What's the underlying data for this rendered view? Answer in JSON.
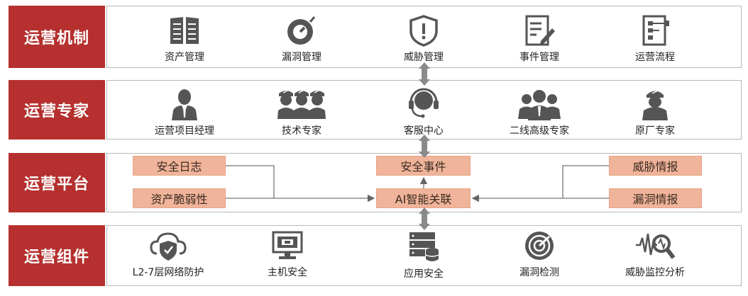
{
  "rows": {
    "mechanism": {
      "label": "运营机制",
      "items": [
        {
          "label": "资产管理",
          "icon": "book-icon"
        },
        {
          "label": "漏洞管理",
          "icon": "bomb-icon"
        },
        {
          "label": "威胁管理",
          "icon": "shield-alert-icon"
        },
        {
          "label": "事件管理",
          "icon": "document-edit-icon"
        },
        {
          "label": "运营流程",
          "icon": "flowchart-icon"
        }
      ]
    },
    "experts": {
      "label": "运营专家",
      "items": [
        {
          "label": "运营项目经理",
          "icon": "manager-icon"
        },
        {
          "label": "技术专家",
          "icon": "tech-team-icon"
        },
        {
          "label": "客服中心",
          "icon": "headset-icon"
        },
        {
          "label": "二线高级专家",
          "icon": "expert-group-icon"
        },
        {
          "label": "原厂专家",
          "icon": "engineer-icon"
        }
      ]
    },
    "platform": {
      "label": "运营平台",
      "boxes": {
        "security_log": "安全日志",
        "asset_vuln": "资产脆弱性",
        "security_event": "安全事件",
        "ai_correlation": "AI智能关联",
        "threat_intel": "威胁情报",
        "vuln_intel": "漏洞情报"
      }
    },
    "components": {
      "label": "运营组件",
      "items": [
        {
          "label": "L2-7层网络防护",
          "icon": "cloud-shield-icon"
        },
        {
          "label": "主机安全",
          "icon": "monitor-icon"
        },
        {
          "label": "应用安全",
          "icon": "database-icon"
        },
        {
          "label": "漏洞检测",
          "icon": "radar-icon"
        },
        {
          "label": "威胁监控分析",
          "icon": "search-wave-icon"
        }
      ]
    }
  },
  "colors": {
    "label_bg": "#b5302e",
    "box_bg": "#f0b49a",
    "icon": "#555555",
    "arrow": "#8a8a8a"
  }
}
